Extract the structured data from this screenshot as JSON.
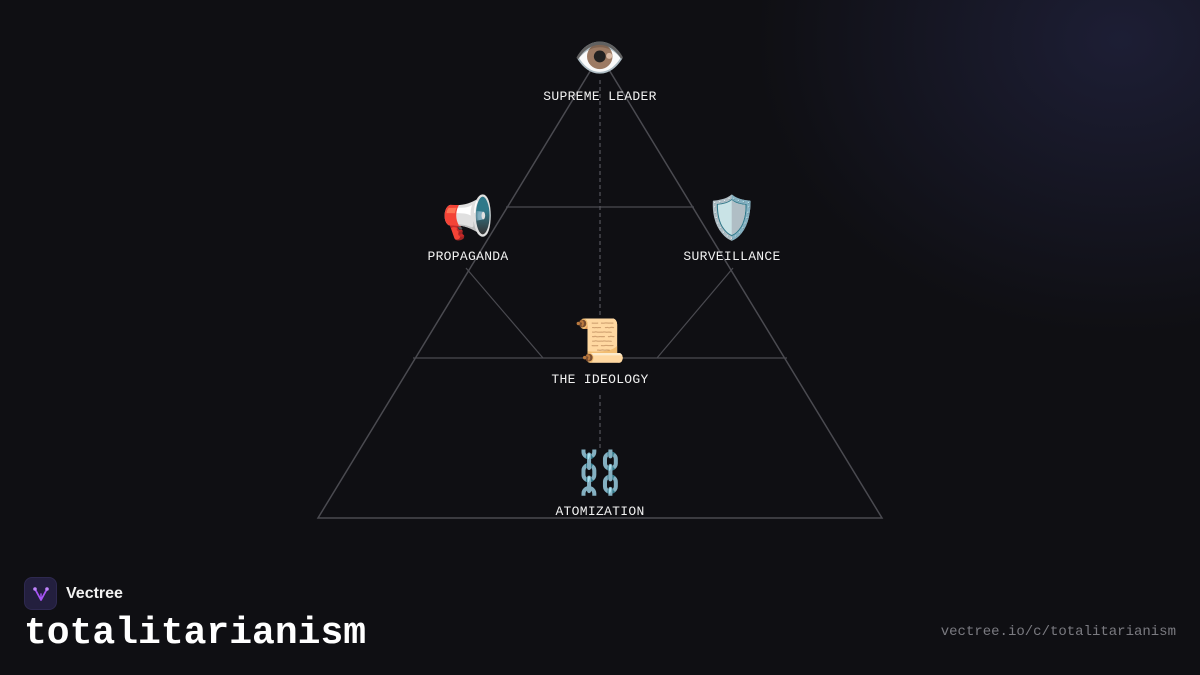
{
  "nodes": [
    {
      "id": "supreme-leader",
      "icon": "👁️",
      "icon_name": "eye-icon",
      "label": "SUPREME LEADER"
    },
    {
      "id": "propaganda",
      "icon": "📢",
      "icon_name": "megaphone-icon",
      "label": "PROPAGANDA"
    },
    {
      "id": "surveillance",
      "icon": "🛡️",
      "icon_name": "shield-icon",
      "label": "SURVEILLANCE"
    },
    {
      "id": "the-ideology",
      "icon": "📜",
      "icon_name": "scroll-icon",
      "label": "THE IDEOLOGY"
    },
    {
      "id": "atomization",
      "icon": "⛓️",
      "icon_name": "chains-icon",
      "label": "ATOMIZATION"
    }
  ],
  "brand": {
    "name": "Vectree",
    "logo_icon": "vectree-logo-icon"
  },
  "title": "totalitarianism",
  "url": "vectree.io/c/totalitarianism",
  "colors": {
    "background": "#0f0f13",
    "line": "#4a4a50",
    "text": "#f2f2f2",
    "muted": "#7a7a80",
    "logo_accent": "#a855f7"
  }
}
